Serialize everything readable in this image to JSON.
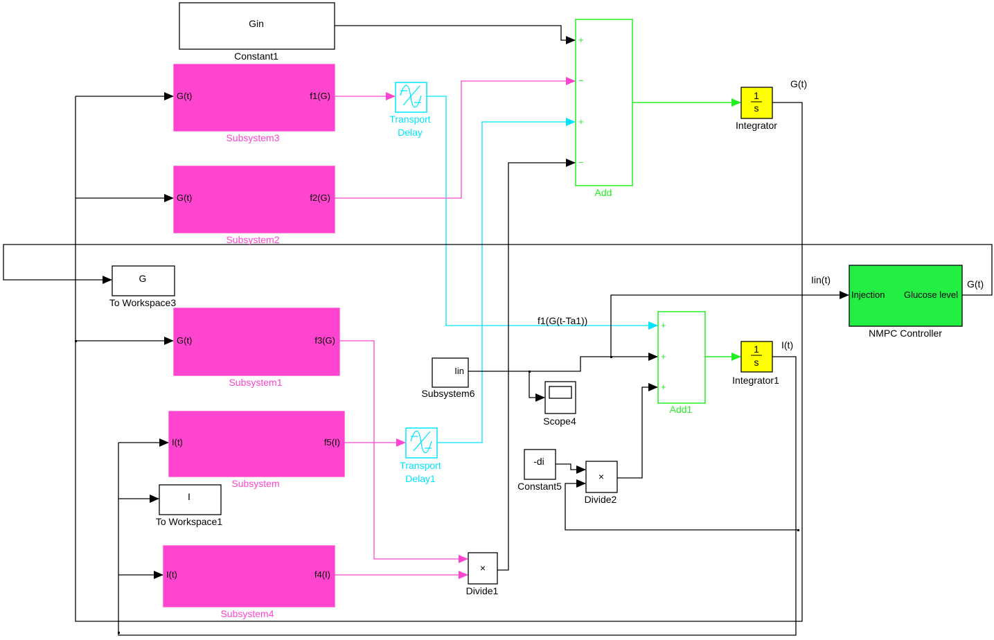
{
  "blocks": {
    "constant1": {
      "value": "Gin",
      "label": "Constant1"
    },
    "subsystem3": {
      "in": "G(t)",
      "out": "f1(G)",
      "label": "Subsystem3"
    },
    "subsystem2": {
      "in": "G(t)",
      "out": "f2(G)",
      "label": "Subsystem2"
    },
    "subsystem1": {
      "in": "G(t)",
      "out": "f3(G)",
      "label": "Subsystem1"
    },
    "subsystem": {
      "in": "I(t)",
      "out": "f5(I)",
      "label": "Subsystem"
    },
    "subsystem4": {
      "in": "I(t)",
      "out": "f4(I)",
      "label": "Subsystem4"
    },
    "to_workspace3": {
      "value": "G",
      "label": "To Workspace3"
    },
    "to_workspace1": {
      "value": "I",
      "label": "To Workspace1"
    },
    "transport_delay": {
      "label_line1": "Transport",
      "label_line2": "Delay"
    },
    "transport_delay1": {
      "label_line1": "Transport",
      "label_line2": "Delay1"
    },
    "add": {
      "label": "Add",
      "signs": [
        "+",
        "−",
        "+",
        "−"
      ]
    },
    "add1": {
      "label": "Add1",
      "signs": [
        "+",
        "+",
        "+"
      ]
    },
    "integrator": {
      "num": "1",
      "den": "s",
      "label": "Integrator"
    },
    "integrator1": {
      "num": "1",
      "den": "s",
      "label": "Integrator1"
    },
    "subsystem6": {
      "value": "Iin",
      "label": "Subsystem6"
    },
    "scope4": {
      "label": "Scope4"
    },
    "constant5": {
      "value": "-di",
      "label": "Constant5"
    },
    "divide2": {
      "symbol": "×",
      "label": "Divide2"
    },
    "divide1": {
      "symbol": "×",
      "label": "Divide1"
    },
    "nmpc": {
      "in": "Injection",
      "out": "Glucose level",
      "label": "NMPC Controller"
    }
  },
  "signals": {
    "g_t": "G(t)",
    "i_t": "I(t)",
    "iin_t": "Iin(t)",
    "g_t_nmpc": "G(t)",
    "delayed_f1": "f1(G(t-Ta1))"
  },
  "colors": {
    "subsystem": "#ff44d0",
    "delay": "#00e5ff",
    "sum": "#22ee22",
    "integrator": "#ffff00",
    "controller": "#22ee44"
  },
  "icons": {
    "transport_delay": "transport-delay-icon",
    "scope": "scope-icon",
    "product": "multiply-icon"
  }
}
